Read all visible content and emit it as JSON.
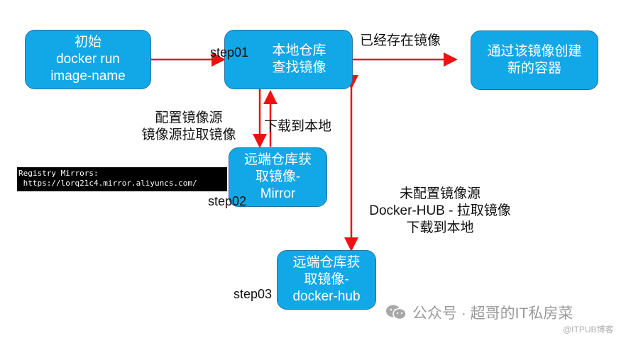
{
  "diagram": {
    "nodes": {
      "start": {
        "lines": [
          "初始",
          "docker run",
          "image-name"
        ]
      },
      "local_repo": {
        "lines": [
          "本地仓库",
          "查找镜像"
        ]
      },
      "create_container": {
        "lines": [
          "通过该镜像创建",
          "新的容器"
        ]
      },
      "mirror_repo": {
        "lines": [
          "远端仓库获",
          "取镜像-",
          "Mirror"
        ]
      },
      "hub_repo": {
        "lines": [
          "远端仓库获",
          "取镜像-",
          "docker-hub"
        ]
      }
    },
    "steps": {
      "step01": "step01",
      "step02": "step02",
      "step03": "step03"
    },
    "edge_labels": {
      "exists": "已经存在镜像",
      "mirror_config": [
        "配置镜像源",
        "镜像源拉取镜像"
      ],
      "download_local": "下载到本地",
      "hub_config": [
        "未配置镜像源",
        "Docker-HUB - 拉取镜像",
        "下载到本地"
      ]
    },
    "terminal": {
      "lines": [
        "Registry Mirrors:",
        " https://lorq21c4.mirror.aliyuncs.com/"
      ]
    },
    "colors": {
      "node_fill": "#12a8e8",
      "node_border": "#2a6f9e",
      "arrow": "#ee1111"
    }
  },
  "watermark": {
    "icon": "wechat-icon",
    "text": "公众号 · 超哥的IT私房菜",
    "source": "@ITPUB博客"
  }
}
